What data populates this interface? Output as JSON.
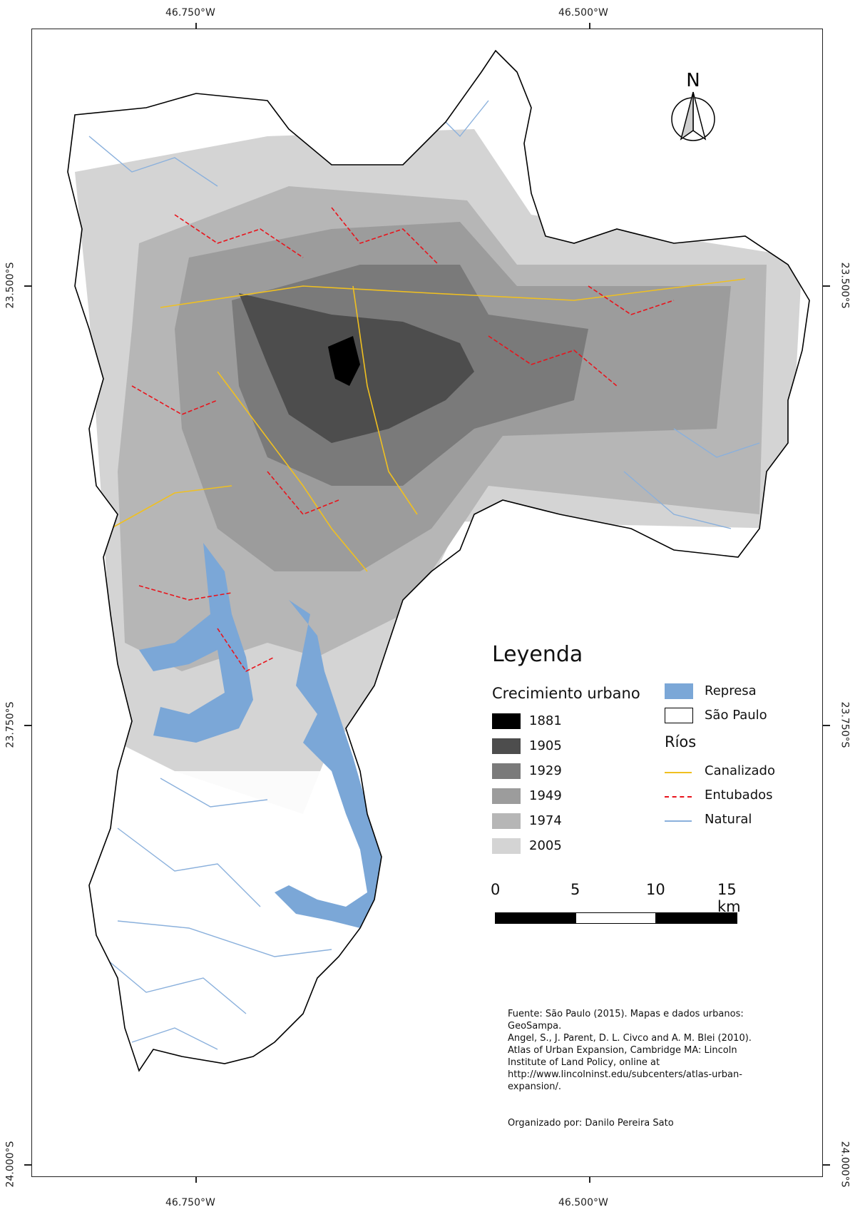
{
  "graticule": {
    "top": [
      "46.750°W",
      "46.500°W"
    ],
    "bottom": [
      "46.750°W",
      "46.500°W"
    ],
    "left": [
      "23.500°S",
      "23.750°S",
      "24.000°S"
    ],
    "right": [
      "23.500°S",
      "23.750°S",
      "24.000°S"
    ]
  },
  "north_arrow": {
    "letter": "N"
  },
  "legend": {
    "title": "Leyenda",
    "growth_title": "Crecimiento urbano",
    "growth": [
      {
        "label": "1881",
        "color": "#000000"
      },
      {
        "label": "1905",
        "color": "#4d4d4d"
      },
      {
        "label": "1929",
        "color": "#7a7a7a"
      },
      {
        "label": "1949",
        "color": "#9c9c9c"
      },
      {
        "label": "1974",
        "color": "#b6b6b6"
      },
      {
        "label": "2005",
        "color": "#d4d4d4"
      }
    ],
    "represa": {
      "label": "Represa",
      "color": "#7ba7d7"
    },
    "sao_paulo": {
      "label": "São Paulo"
    },
    "rivers_title": "Ríos",
    "rivers": [
      {
        "label": "Canalizado",
        "color": "#f0c020",
        "style": "solid"
      },
      {
        "label": "Entubados",
        "color": "#e8141c",
        "style": "dashed"
      },
      {
        "label": "Natural",
        "color": "#8ab0dc",
        "style": "solid"
      }
    ]
  },
  "scale_bar": {
    "labels": [
      "0",
      "5",
      "10",
      "15 km"
    ]
  },
  "sources": [
    "Fuente: São Paulo (2015). Mapas e dados urbanos: GeoSampa.",
    "Angel, S., J. Parent, D. L. Civco and A. M. Blei (2010). Atlas of Urban Expansion, Cambridge MA: Lincoln Institute of Land Policy, online at http://www.lincolninst.edu/subcenters/atlas-urban-expansion/."
  ],
  "author": "Organizado por: Danilo Pereira Sato"
}
